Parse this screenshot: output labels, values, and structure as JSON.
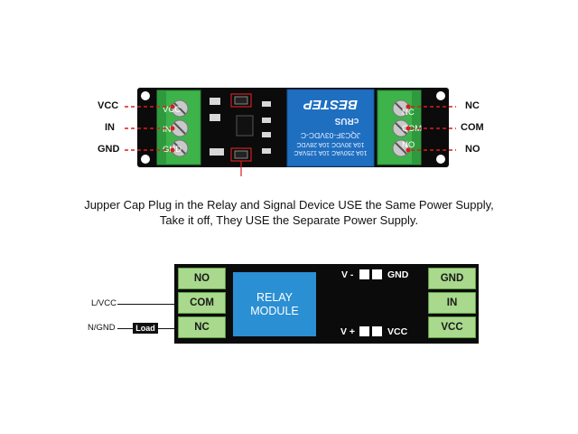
{
  "photo": {
    "left_labels": [
      "VCC",
      "IN",
      "GND"
    ],
    "right_labels": [
      "NC",
      "COM",
      "NO"
    ],
    "terminal_left": [
      "VCC",
      "IN",
      "GND"
    ],
    "terminal_right": [
      "NC",
      "COM",
      "NO"
    ],
    "relay_lines": [
      "10A 250VAC 10A 125VAC",
      "10A 30VDC 10A 28VDC",
      "JQC3F-03VDC-C"
    ],
    "relay_brand": "BESTEP",
    "cert_mark": "cRUS",
    "colors": {
      "board": "#0b0b0b",
      "terminal": "#3db34a",
      "relay": "#1f6fc1",
      "callout": "#d42020"
    }
  },
  "caption": {
    "line1": "Jupper Cap Plug in the Relay and Signal Device USE the Same Power Supply,",
    "line2": "Take it off, They USE the Separate Power Supply."
  },
  "diagram": {
    "left_cells": [
      "NO",
      "COM",
      "NC"
    ],
    "right_cells": [
      "GND",
      "IN",
      "VCC"
    ],
    "module_line1": "RELAY",
    "module_line2": "MODULE",
    "jumper_top_left": "V -",
    "jumper_top_right": "GND",
    "jumper_bottom_left": "V +",
    "jumper_bottom_right": "VCC",
    "wire_lvcc": "L/VCC",
    "wire_ngnd": "N/GND",
    "load": "Load",
    "colors": {
      "cell": "#a9d98d",
      "module": "#2b8fd3",
      "board": "#0b0b0b"
    }
  }
}
